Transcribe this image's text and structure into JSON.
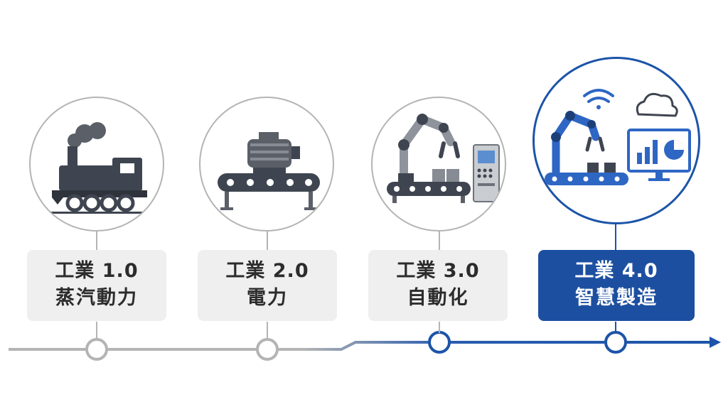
{
  "stages": [
    {
      "title": "工業 1.0",
      "subtitle": "蒸汽動力",
      "icon": "steam-locomotive-icon",
      "active": false
    },
    {
      "title": "工業 2.0",
      "subtitle": "電力",
      "icon": "electric-motor-conveyor-icon",
      "active": false
    },
    {
      "title": "工業 3.0",
      "subtitle": "自動化",
      "icon": "robot-arm-control-panel-icon",
      "active": false
    },
    {
      "title": "工業 4.0",
      "subtitle": "智慧製造",
      "icon": "smart-factory-iot-icon",
      "active": true
    }
  ],
  "colors": {
    "inactive_line": "#b4b4b4",
    "active_blue": "#1c54a8",
    "card_gray": "#efefef",
    "card_blue": "#1c4fa0",
    "icon_dark": "#3f4550",
    "icon_blue": "#2e66c4"
  }
}
